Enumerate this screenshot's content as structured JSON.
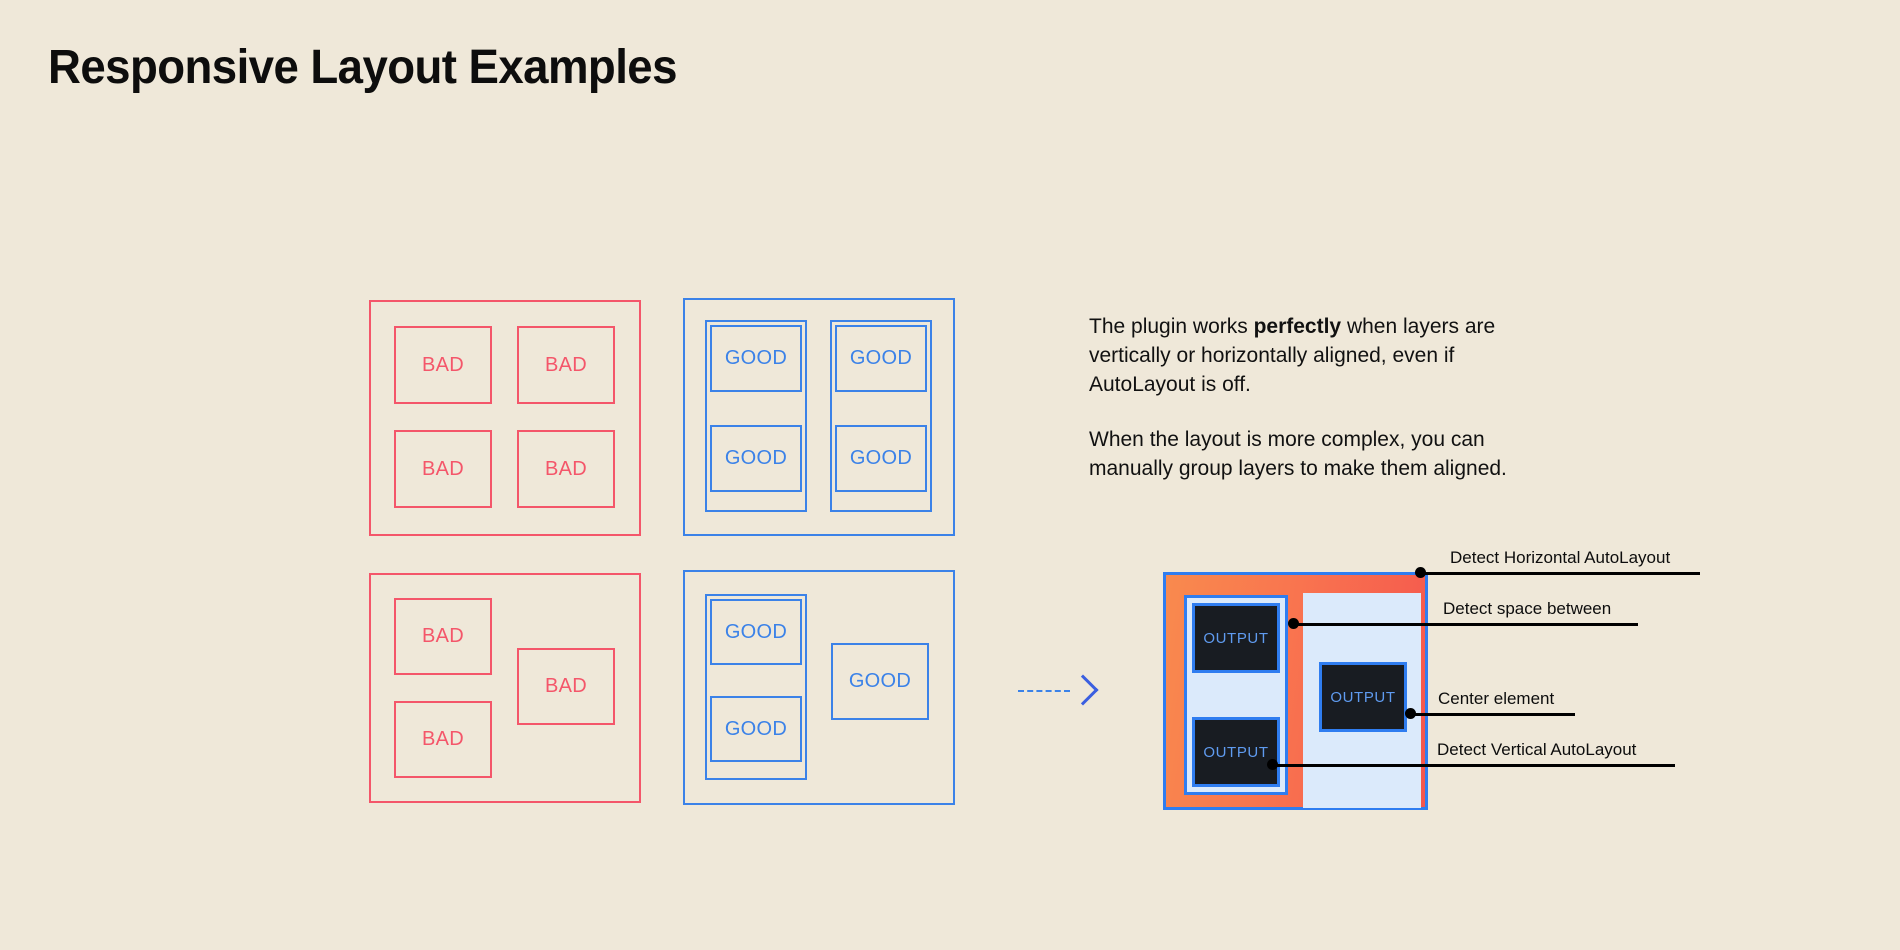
{
  "page": {
    "title": "Responsive Layout Examples",
    "background_color": "#efe8d9"
  },
  "colors": {
    "bad": "#f4566a",
    "good": "#3b82e8",
    "diagram_border": "#2f7df0",
    "diagram_fill_start": "#f98a4e",
    "diagram_fill_end": "#f4564e",
    "light_blue": "#dbeafb",
    "output_fill": "#181c22",
    "output_text": "#5f9bf0",
    "text": "#0d0d0d"
  },
  "examples": {
    "grid_bad": {
      "label": "bad-grid-aligned",
      "cells": [
        {
          "label": "BAD"
        },
        {
          "label": "BAD"
        },
        {
          "label": "BAD"
        },
        {
          "label": "BAD"
        }
      ]
    },
    "grid_good": {
      "label": "good-grid-aligned",
      "cells": [
        {
          "label": "GOOD"
        },
        {
          "label": "GOOD"
        },
        {
          "label": "GOOD"
        },
        {
          "label": "GOOD"
        }
      ]
    },
    "complex_bad": {
      "label": "bad-complex-layout",
      "cells": [
        {
          "label": "BAD"
        },
        {
          "label": "BAD"
        },
        {
          "label": "BAD"
        }
      ]
    },
    "complex_good": {
      "label": "good-complex-layout",
      "cells": [
        {
          "label": "GOOD"
        },
        {
          "label": "GOOD"
        },
        {
          "label": "GOOD"
        }
      ]
    }
  },
  "arrow": {
    "name": "transform-arrow",
    "style": "dashed-right"
  },
  "copy": {
    "paragraph_1": {
      "before": "The plugin works ",
      "emphasis": "perfectly",
      "after": " when layers are vertically or horizontally aligned, even if AutoLayout is off."
    },
    "paragraph_2": "When the layout is more complex, you can manually group layers to make them aligned."
  },
  "diagram": {
    "outputs": [
      {
        "label": "OUTPUT"
      },
      {
        "label": "OUTPUT"
      },
      {
        "label": "OUTPUT"
      }
    ],
    "callouts": [
      {
        "label": "Detect Horizontal AutoLayout"
      },
      {
        "label": "Detect space between"
      },
      {
        "label": "Center element"
      },
      {
        "label": "Detect Vertical AutoLayout"
      }
    ]
  }
}
